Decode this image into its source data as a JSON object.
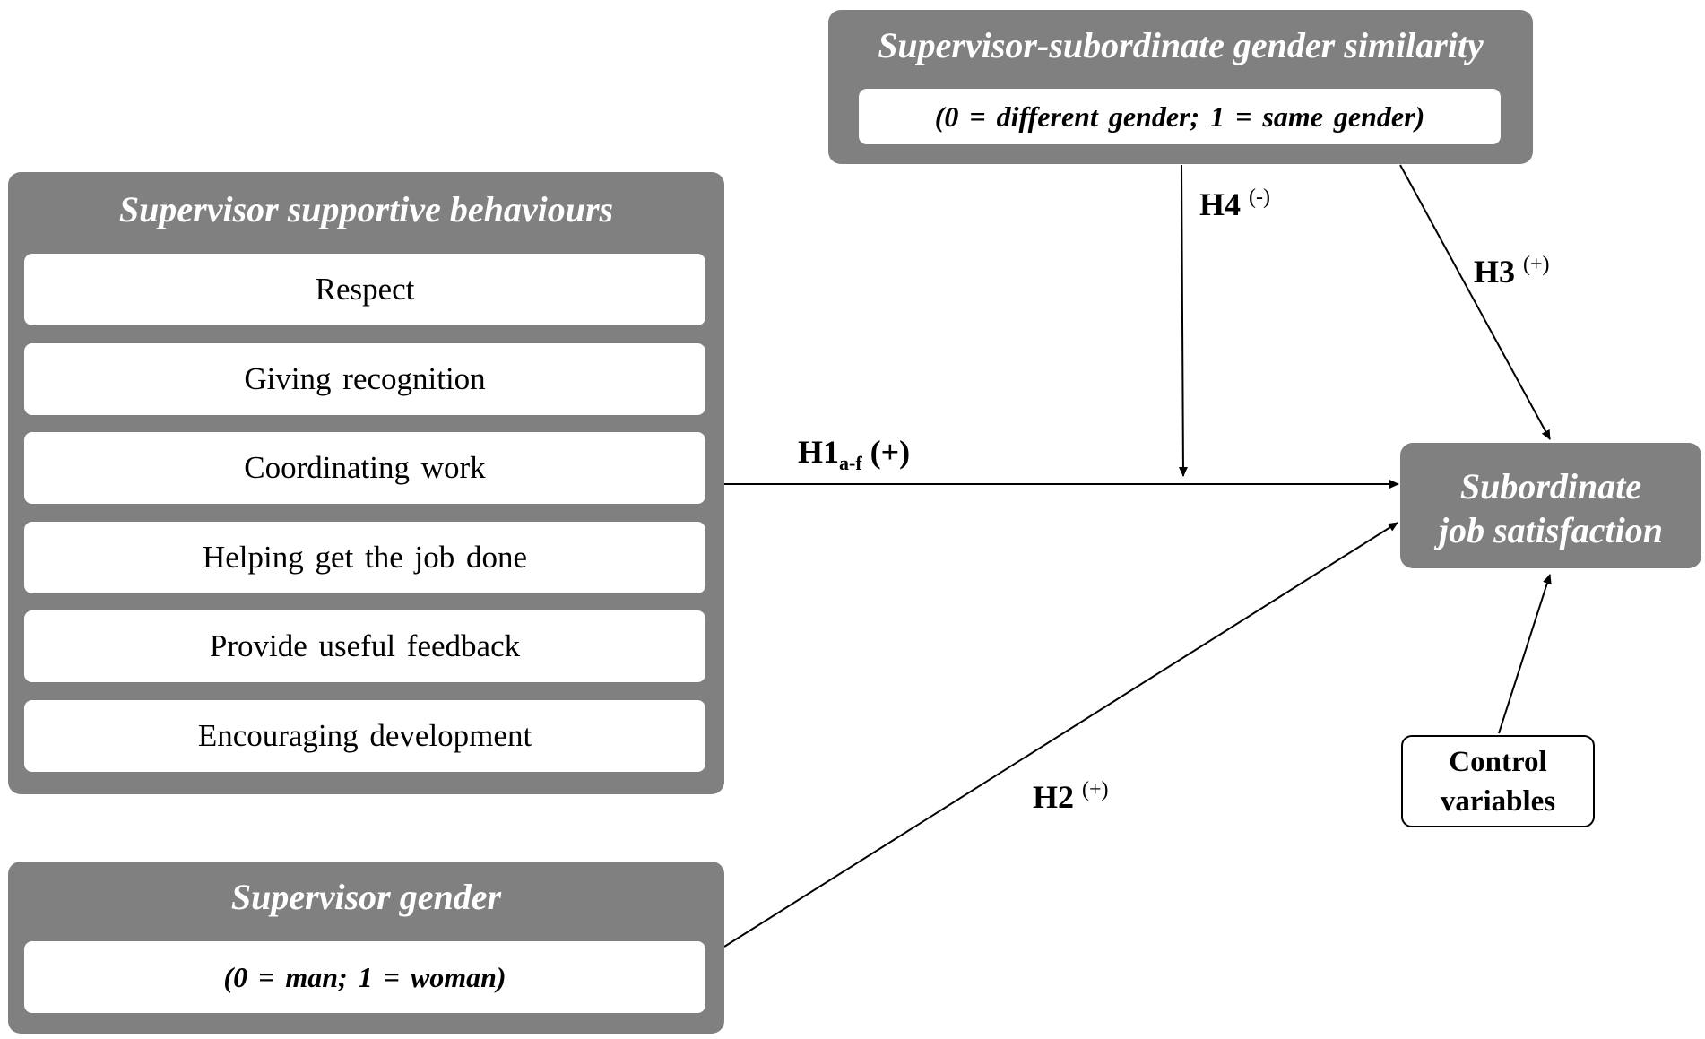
{
  "supportive": {
    "title": "Supervisor supportive behaviours",
    "items": [
      "Respect",
      "Giving  recognition",
      "Coordinating  work",
      "Helping get the job done",
      "Provide useful  feedback",
      "Encouraging  development"
    ]
  },
  "gender": {
    "title": "Supervisor gender",
    "code": "(0 = man; 1 = woman)"
  },
  "similarity": {
    "title": "Supervisor-subordinate gender similarity",
    "code": "(0 = different gender; 1 = same gender)"
  },
  "outcome": {
    "line1": "Subordinate",
    "line2": "job satisfaction"
  },
  "control": {
    "line1": "Control",
    "line2": "variables"
  },
  "hypotheses": {
    "h1": {
      "label": "H1",
      "sub": "a-f",
      "sign": "(+)"
    },
    "h2": {
      "label": "H2",
      "sign": "(+)"
    },
    "h3": {
      "label": "H3",
      "sign": "(+)"
    },
    "h4": {
      "label": "H4",
      "sign": "(-)"
    }
  },
  "colors": {
    "box_fill": "#808080",
    "inner_fill": "#ffffff",
    "line": "#000000"
  }
}
